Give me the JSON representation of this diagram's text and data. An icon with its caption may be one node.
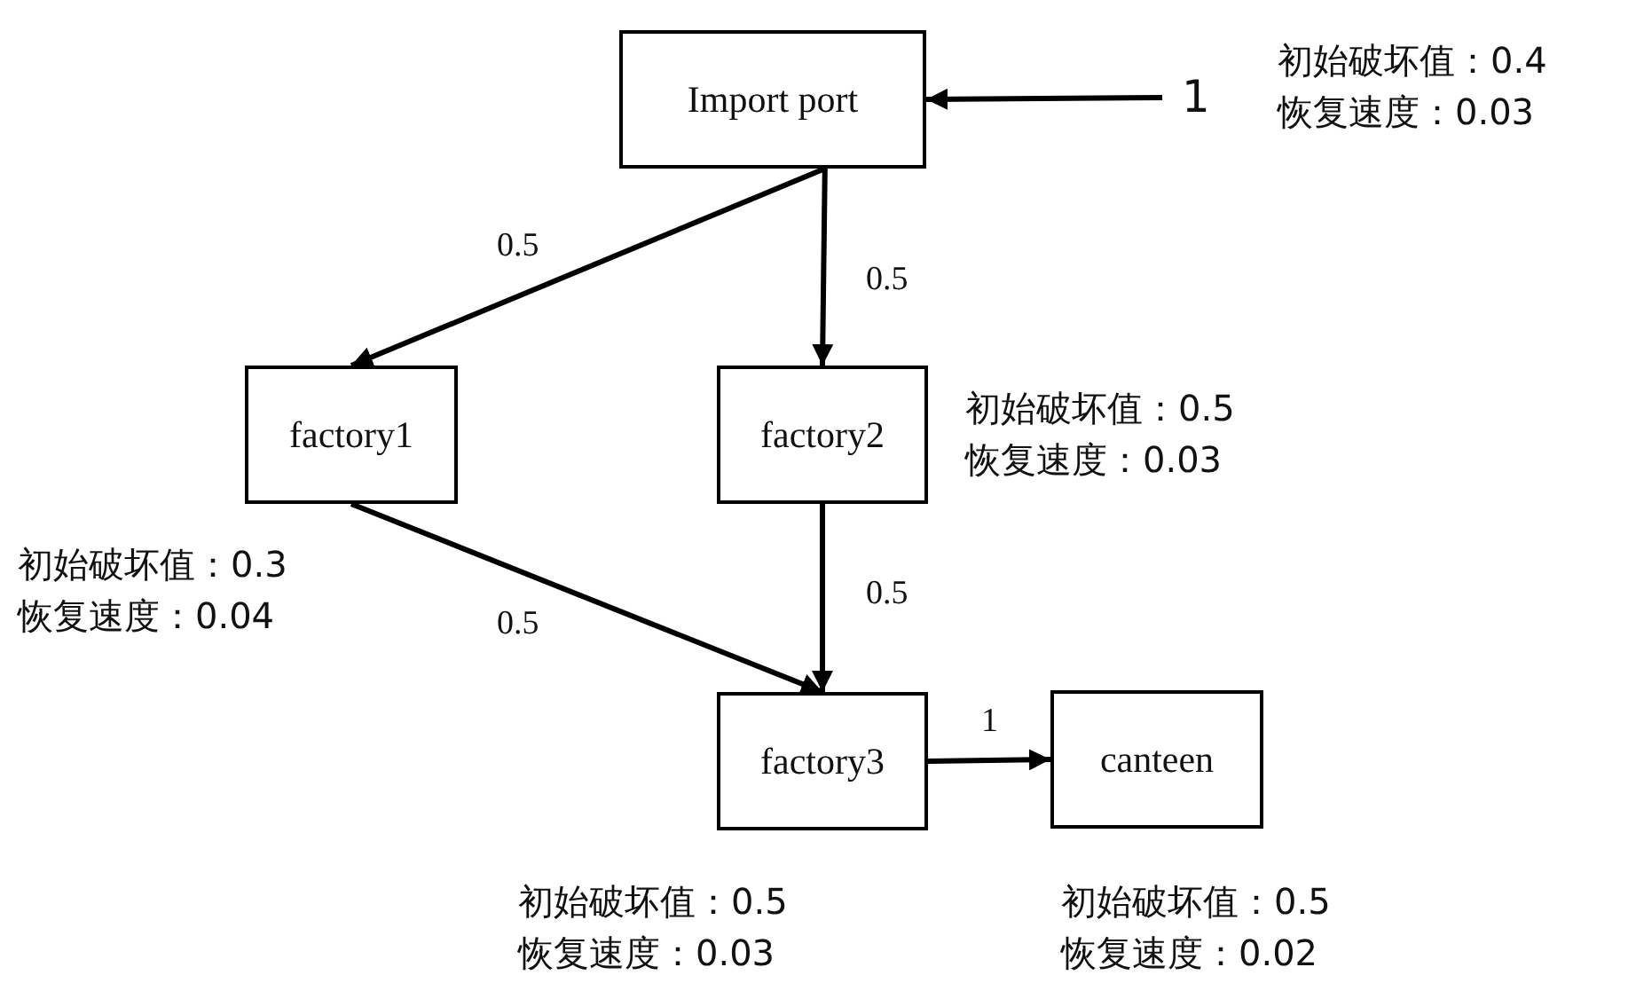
{
  "diagram": {
    "nodes": [
      {
        "text": [
          "Import port"
        ],
        "beside": [
          "初始破坏值：0.4",
          "恢复速度：0.03"
        ]
      },
      {
        "text": [
          "factory1"
        ],
        "beside": [
          "初始破坏值：0.3",
          "恢复速度：0.04"
        ]
      },
      {
        "text": [
          "factory2"
        ],
        "beside": [
          "初始破坏值：0.5",
          "恢复速度：0.03"
        ]
      },
      {
        "text": [
          "factory3"
        ],
        "beside": [
          "初始破坏值：0.5",
          "恢复速度：0.03"
        ]
      },
      {
        "text": [
          "canteen"
        ],
        "beside": [
          "初始破坏值：0.5",
          "恢复速度：0.02"
        ]
      }
    ],
    "edges": [
      {
        "from": null,
        "to": 0,
        "arrow": "to",
        "label": "1"
      },
      {
        "from": 0,
        "to": 1,
        "arrow": "to",
        "label": "0.5"
      },
      {
        "from": 0,
        "to": 2,
        "arrow": "to",
        "label": "0.5"
      },
      {
        "from": 1,
        "to": 3,
        "arrow": "to",
        "label": "0.5"
      },
      {
        "from": 2,
        "to": 3,
        "arrow": "to",
        "label": "0.5"
      },
      {
        "from": 3,
        "to": 4,
        "arrow": "to",
        "label": "1"
      }
    ]
  }
}
